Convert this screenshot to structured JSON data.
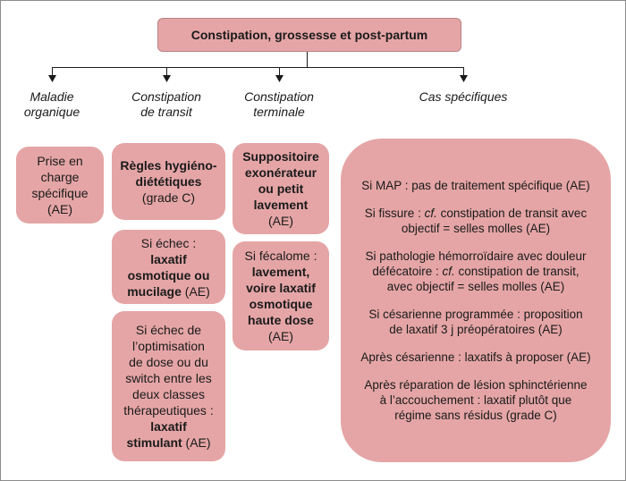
{
  "title": "Constipation, grossesse et post-partum",
  "categories": {
    "organique": [
      "Maladie",
      "organique"
    ],
    "transit": [
      "Constipation",
      "de transit"
    ],
    "terminale": [
      "Constipation",
      "terminale"
    ],
    "specifiques": "Cas spécifiques"
  },
  "organique_box": {
    "lines": [
      "Prise en",
      "charge",
      "spécifique",
      "(AE)"
    ]
  },
  "transit": {
    "box1": {
      "bold1": "Règles hygiéno-",
      "bold2": "diététiques",
      "normal": "(grade C)"
    },
    "box2": {
      "l1": "Si échec :",
      "b1": "laxatif",
      "b2": "osmotique ou",
      "b3": "mucilage",
      "tail": " (AE)"
    },
    "box3": {
      "l1": "Si échec de",
      "l2": "l’optimisation",
      "l3": "de dose ou du",
      "l4": "switch entre les",
      "l5": "deux classes",
      "l6": "thérapeutiques :",
      "b1": "laxatif",
      "b2": "stimulant",
      "tail": " (AE)"
    }
  },
  "terminale": {
    "box1": {
      "b1": "Suppositoire",
      "b2": "exonérateur",
      "b3": "ou petit",
      "b4": "lavement",
      "normal": "(AE)"
    },
    "box2": {
      "l1": "Si fécalome :",
      "b1": "lavement,",
      "b2": "voire laxatif",
      "b3": "osmotique",
      "b4": "haute dose",
      "normal": "(AE)"
    }
  },
  "specifiques": {
    "p1": "Si MAP : pas de traitement spécifique (AE)",
    "p2a": "Si fissure : ",
    "p2cf": "cf.",
    "p2b": " constipation de transit avec",
    "p2c": "objectif = selles molles (AE)",
    "p3a": "Si pathologie hémorroïdaire avec douleur",
    "p3b": "défécatoire : ",
    "p3cf": "cf.",
    "p3c": " constipation de transit,",
    "p3d": "avec objectif = selles molles (AE)",
    "p4a": "Si césarienne programmée : proposition",
    "p4b": "de laxatif 3 j préopératoires (AE)",
    "p5": "Après césarienne : laxatifs à proposer (AE)",
    "p6a": "Après réparation de lésion sphinctérienne",
    "p6b": "à l’accouchement : laxatif plutôt que",
    "p6c": "régime sans résidus (grade C)"
  }
}
